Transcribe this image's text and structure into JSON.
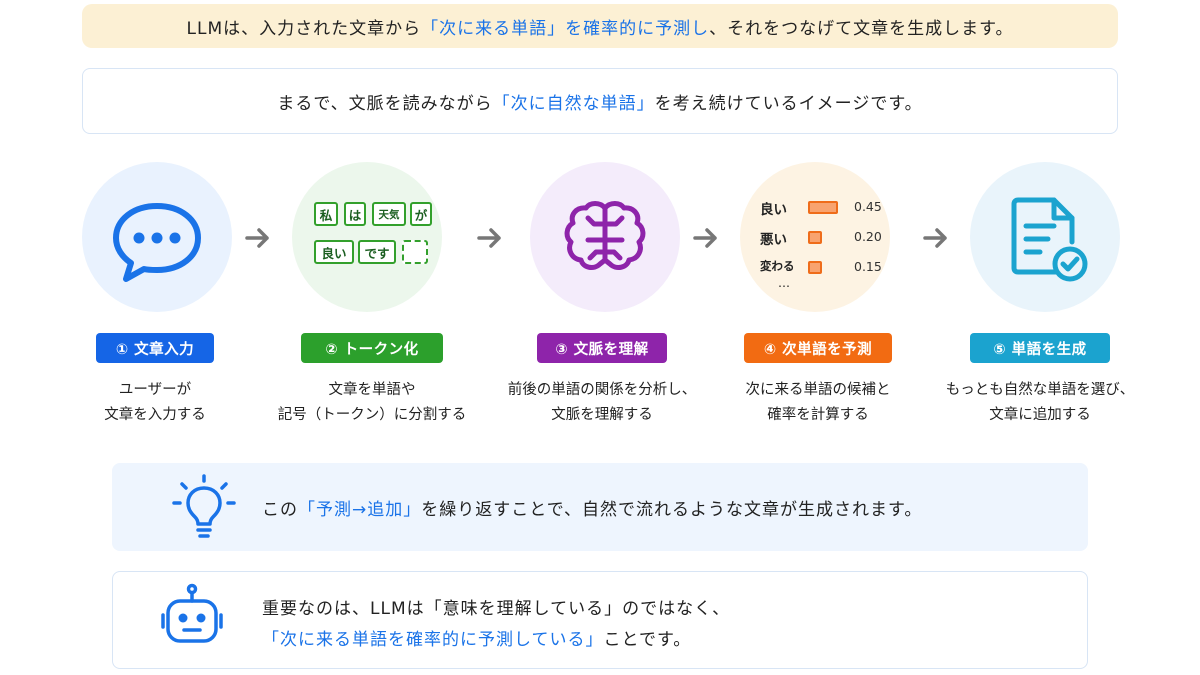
{
  "header": {
    "pre": "LLMは、入力された文章から",
    "highlight": "「次に来る単語」を確率的に予測し",
    "post": "、それをつなげて文章を生成します。"
  },
  "subheader": {
    "pre": "まるで、文脈を読みながら",
    "highlight": "「次に自然な単語」",
    "post": "を考え続けているイメージです。"
  },
  "steps": [
    {
      "label": "① 文章入力",
      "color": "#1565e6",
      "desc1": "ユーザーが",
      "desc2": "文章を入力する",
      "icon": "chat-bubble-icon"
    },
    {
      "label": "② トークン化",
      "color": "#2ca02c",
      "desc1": "文章を単語や",
      "desc2": "記号（トークン）に分割する",
      "icon": "token-grid-icon"
    },
    {
      "label": "③ 文脈を理解",
      "color": "#8e24aa",
      "desc1": "前後の単語の関係を分析し、",
      "desc2": "文脈を理解する",
      "icon": "brain-icon"
    },
    {
      "label": "④ 次単語を予測",
      "color": "#f26b12",
      "desc1": "次に来る単語の候補と",
      "desc2": "確率を計算する",
      "icon": "probability-icon"
    },
    {
      "label": "⑤ 単語を生成",
      "color": "#1ba3cf",
      "desc1": "もっとも自然な単語を選び、",
      "desc2": "文章に追加する",
      "icon": "document-check-icon"
    }
  ],
  "tokens": [
    "私",
    "は",
    "天気",
    "が",
    "良い",
    "です"
  ],
  "predictions": [
    {
      "word": "良い",
      "value": "0.45",
      "p": 0.45
    },
    {
      "word": "悪い",
      "value": "0.20",
      "p": 0.2
    },
    {
      "word": "変わる",
      "value": "0.15",
      "p": 0.15
    }
  ],
  "predictions_more": "…",
  "tip": {
    "pre": "この",
    "highlight": "「予測→追加」",
    "post": "を繰り返すことで、自然で流れるような文章が生成されます。",
    "icon": "lightbulb-icon"
  },
  "note": {
    "line1": "重要なのは、LLMは「意味を理解している」のではなく、",
    "line2_highlight": "「次に来る単語を確率的に予測している」",
    "line2_post": "ことです。",
    "icon": "robot-icon"
  },
  "colors": {
    "accent": "#1a73e8",
    "banner_bg": "#fcf0d4",
    "tip_bg": "#eef5fe"
  }
}
